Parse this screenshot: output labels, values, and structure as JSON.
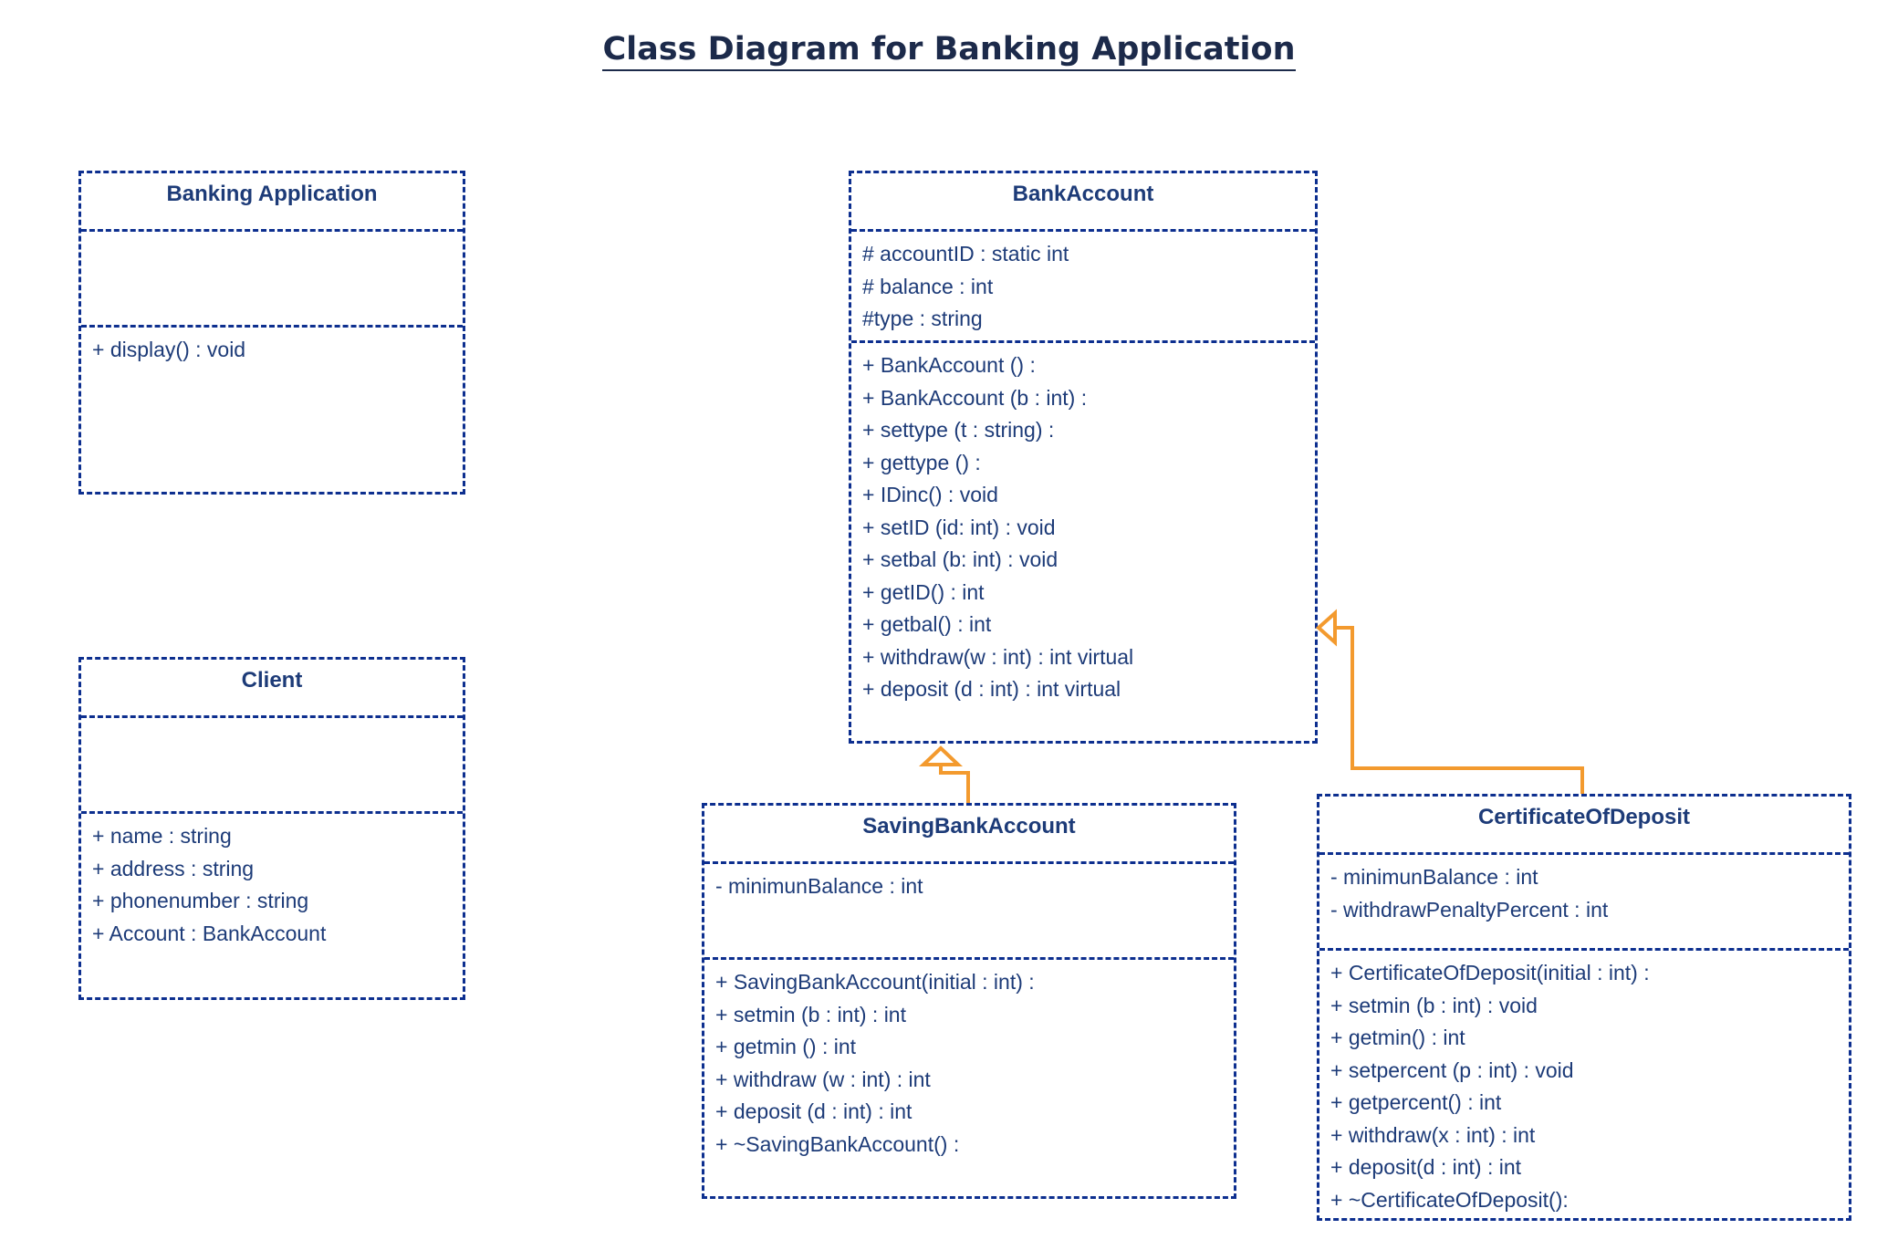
{
  "title": "Class Diagram for Banking Application",
  "colors": {
    "border": "#0d2f8f",
    "text": "#1d3b78",
    "arrow": "#f39a2e"
  },
  "classes": {
    "banking_app": {
      "name": "Banking Application",
      "attributes": [],
      "operations": [
        "+ display() : void"
      ]
    },
    "client": {
      "name": "Client",
      "attributes": [],
      "operations": [
        "+ name : string",
        "+ address : string",
        "+ phonenumber : string",
        "+ Account : BankAccount"
      ]
    },
    "bank_account": {
      "name": "BankAccount",
      "attributes": [
        "# accountID : static int",
        "# balance : int",
        "#type : string"
      ],
      "operations": [
        "+ BankAccount () :",
        "+ BankAccount (b : int) :",
        "+ settype (t : string) :",
        "+ gettype () :",
        "+ IDinc() : void",
        "+ setID (id: int) : void",
        "+ setbal (b: int) : void",
        "+ getID() : int",
        "+ getbal() : int",
        "+ withdraw(w : int) : int virtual",
        "+ deposit (d : int) : int virtual"
      ]
    },
    "saving": {
      "name": "SavingBankAccount",
      "attributes": [
        "- minimunBalance : int"
      ],
      "operations": [
        "+ SavingBankAccount(initial : int) :",
        "+ setmin (b : int) : int",
        "+ getmin () : int",
        "+ withdraw (w : int) : int",
        "+ deposit (d : int) : int",
        "+ ~SavingBankAccount() :"
      ]
    },
    "cod": {
      "name": "CertificateOfDeposit",
      "attributes": [
        "- minimunBalance : int",
        "- withdrawPenaltyPercent : int"
      ],
      "operations": [
        "+ CertificateOfDeposit(initial : int) :",
        "+ setmin (b : int) : void",
        "+ getmin() : int",
        "+ setpercent (p : int) : void",
        "+ getpercent() : int",
        "+ withdraw(x : int) : int",
        "+ deposit(d : int) : int",
        "+ ~CertificateOfDeposit():"
      ]
    }
  },
  "relations": [
    {
      "type": "generalization",
      "from": "SavingBankAccount",
      "to": "BankAccount"
    },
    {
      "type": "generalization",
      "from": "CertificateOfDeposit",
      "to": "BankAccount"
    }
  ]
}
